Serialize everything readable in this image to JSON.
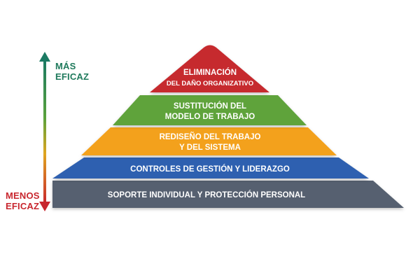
{
  "axis": {
    "top_label_line1": "MÁS",
    "top_label_line2": "EFICAZ",
    "bottom_label_line1": "MENOS",
    "bottom_label_line2": "EFICAZ",
    "top_color": "#1f7a5c",
    "bottom_color": "#c8262e"
  },
  "tiers": [
    {
      "line1": "ELIMINACIÓN",
      "line2": "DEL DAÑO ORGANIZATIVO",
      "color": "#c62a2f"
    },
    {
      "line1": "SUSTITUCIÓN DEL",
      "line2": "MODELO DE TRABAJO",
      "color": "#5fa33a"
    },
    {
      "line1": "REDISEÑO DEL TRABAJO",
      "line2": "Y DEL SISTEMA",
      "color": "#f3a11e"
    },
    {
      "line1": "CONTROLES DE GESTIÓN Y LIDERAZGO",
      "line2": "",
      "color": "#2f61b0"
    },
    {
      "line1": "SOPORTE INDIVIDUAL Y PROTECCIÓN PERSONAL",
      "line2": "",
      "color": "#566170"
    }
  ]
}
